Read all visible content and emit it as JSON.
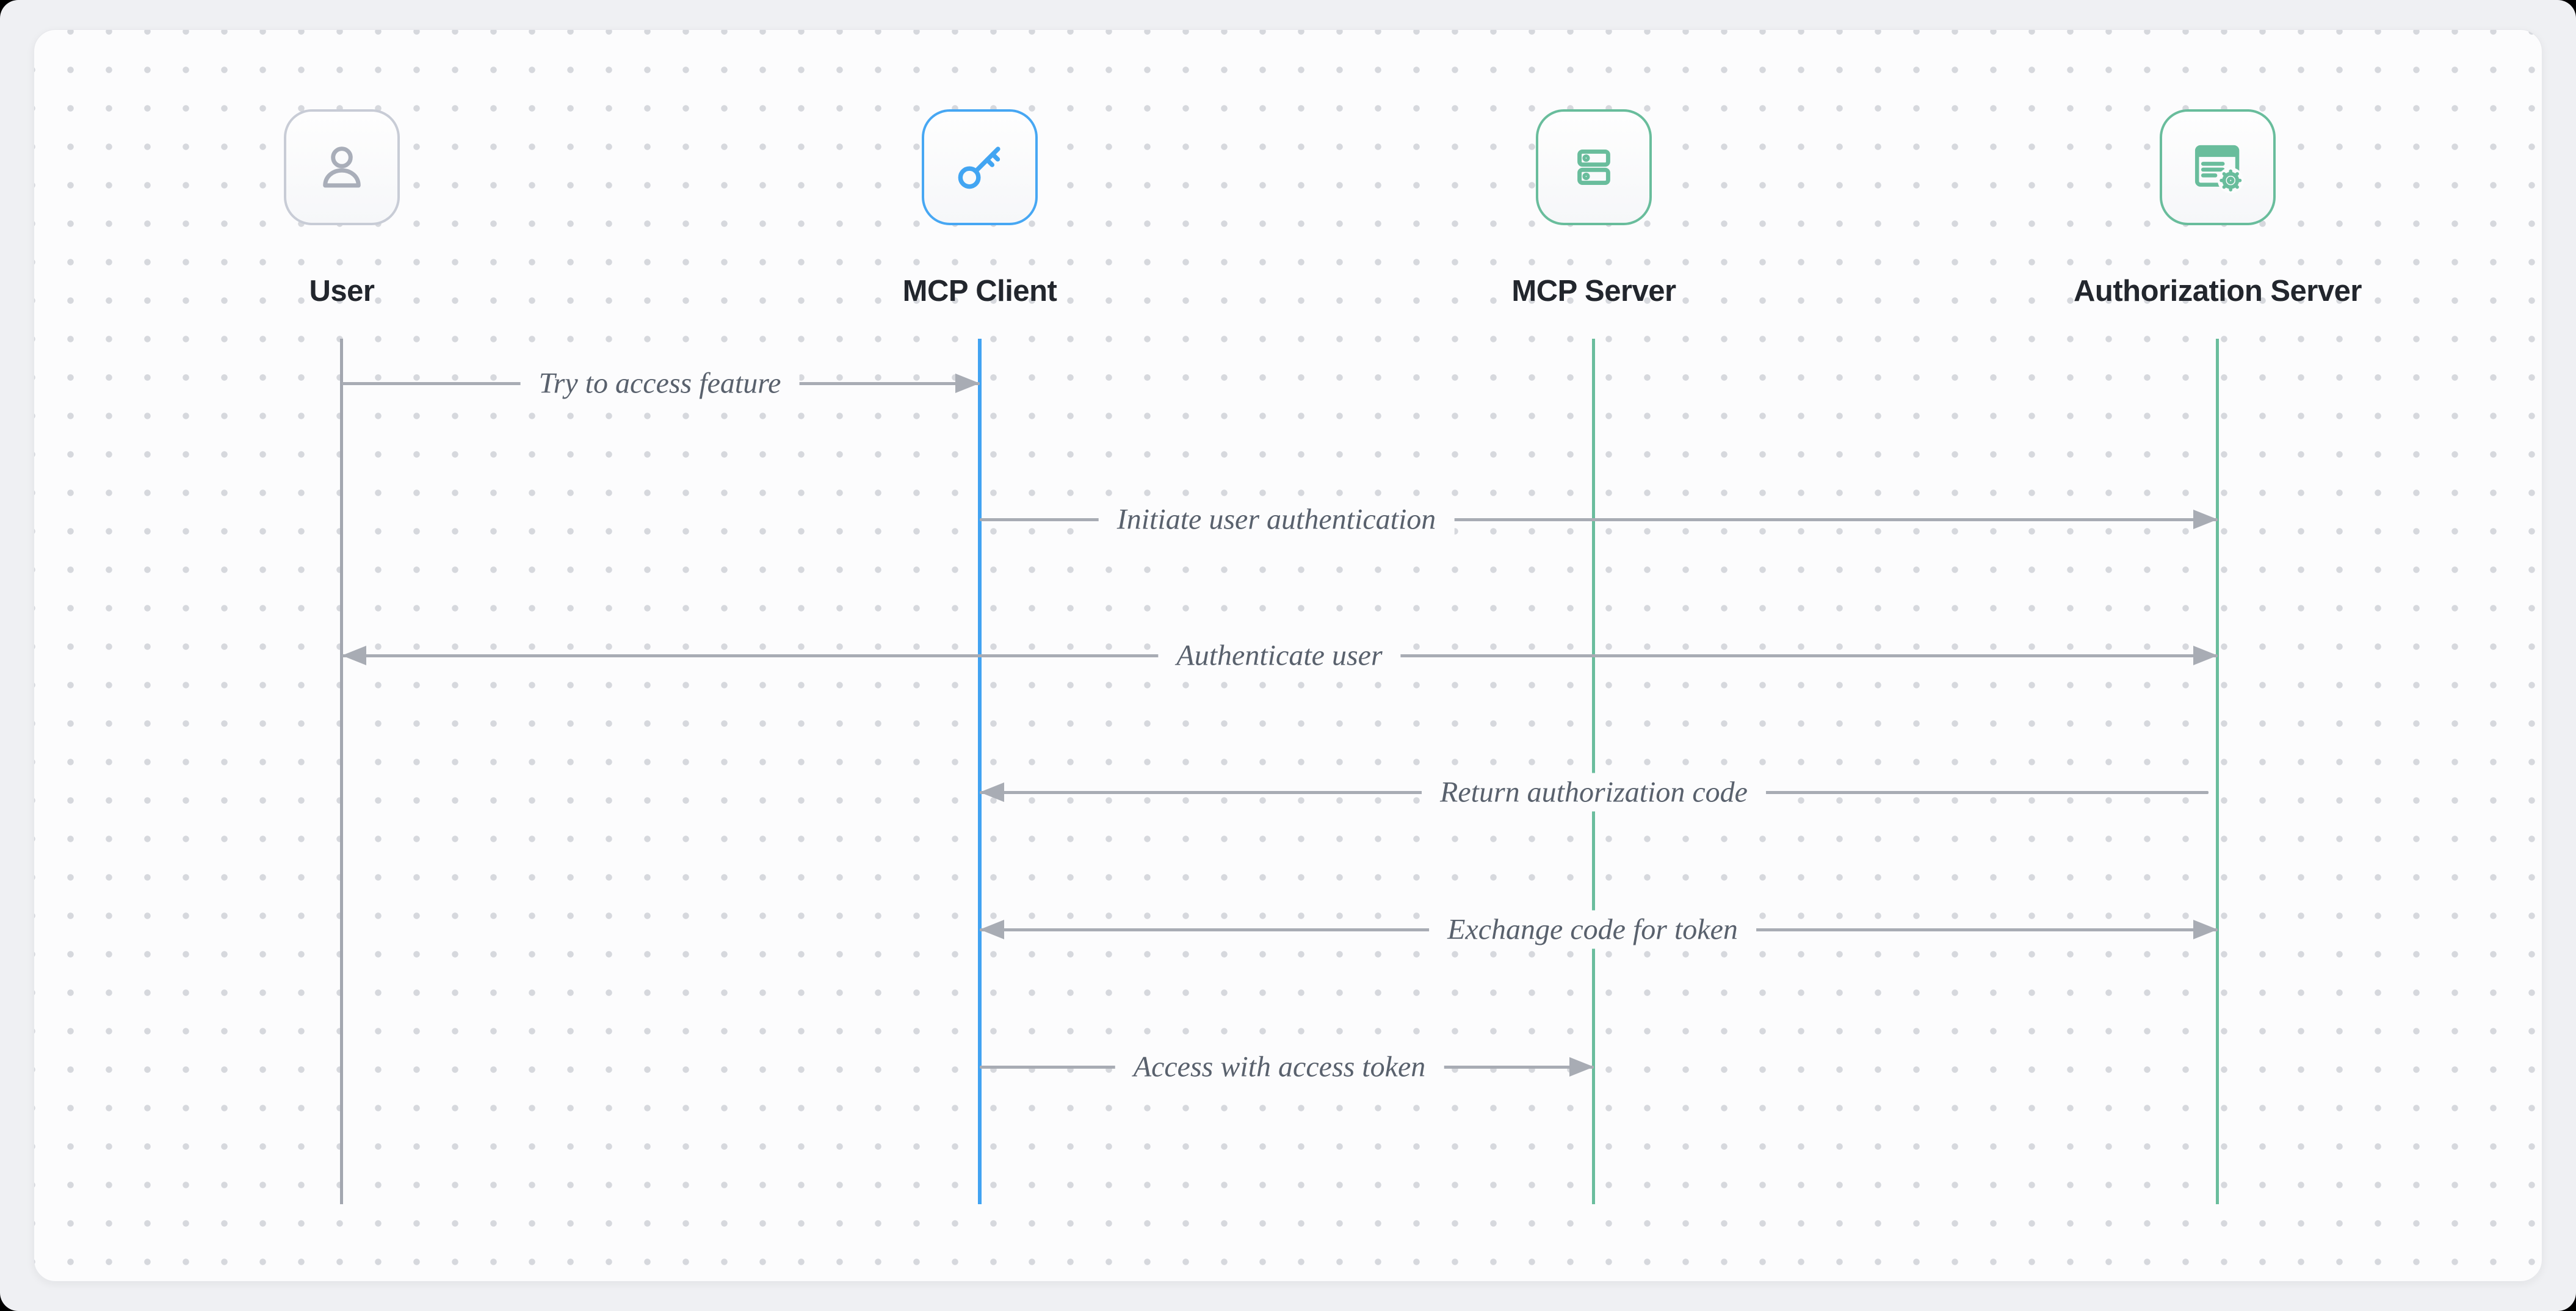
{
  "app": {
    "type": "sequence-diagram",
    "background_color": "#eff0f3",
    "canvas_color": "#fcfcfd",
    "dot_grid_color": "#d6d8dd"
  },
  "diagram": {
    "actors": [
      {
        "name": "User",
        "icon": "person-icon",
        "accent_color": "#c8ccd6",
        "lifeline_color": "#a3a7b0"
      },
      {
        "name": "MCP Client",
        "icon": "key-icon",
        "accent_color": "#47a7f3",
        "lifeline_color": "#41a3f2"
      },
      {
        "name": "MCP Server",
        "icon": "server-icon",
        "accent_color": "#69bd9c",
        "lifeline_color": "#6abd9d"
      },
      {
        "name": "Authorization Server",
        "icon": "document-gear-icon",
        "accent_color": "#69bd9c",
        "lifeline_color": "#6abd9d"
      }
    ],
    "messages": [
      {
        "label": "Try to access feature",
        "from": "User",
        "to": "MCP Client",
        "direction": "right"
      },
      {
        "label": "Initiate user authentication",
        "from": "MCP Client",
        "to": "Authorization Server",
        "direction": "right"
      },
      {
        "label": "Authenticate user",
        "from": "User",
        "to": "Authorization Server",
        "direction": "both"
      },
      {
        "label": "Return authorization code",
        "from": "Authorization Server",
        "to": "MCP Client",
        "direction": "left"
      },
      {
        "label": "Exchange code for token",
        "from": "MCP Client",
        "to": "Authorization Server",
        "direction": "both"
      },
      {
        "label": "Access with access token",
        "from": "MCP Client",
        "to": "MCP Server",
        "direction": "right"
      }
    ],
    "colors": {
      "arrow": "#a8acb4",
      "message_text": "#59616d",
      "actor_label_text": "#22262d"
    }
  }
}
